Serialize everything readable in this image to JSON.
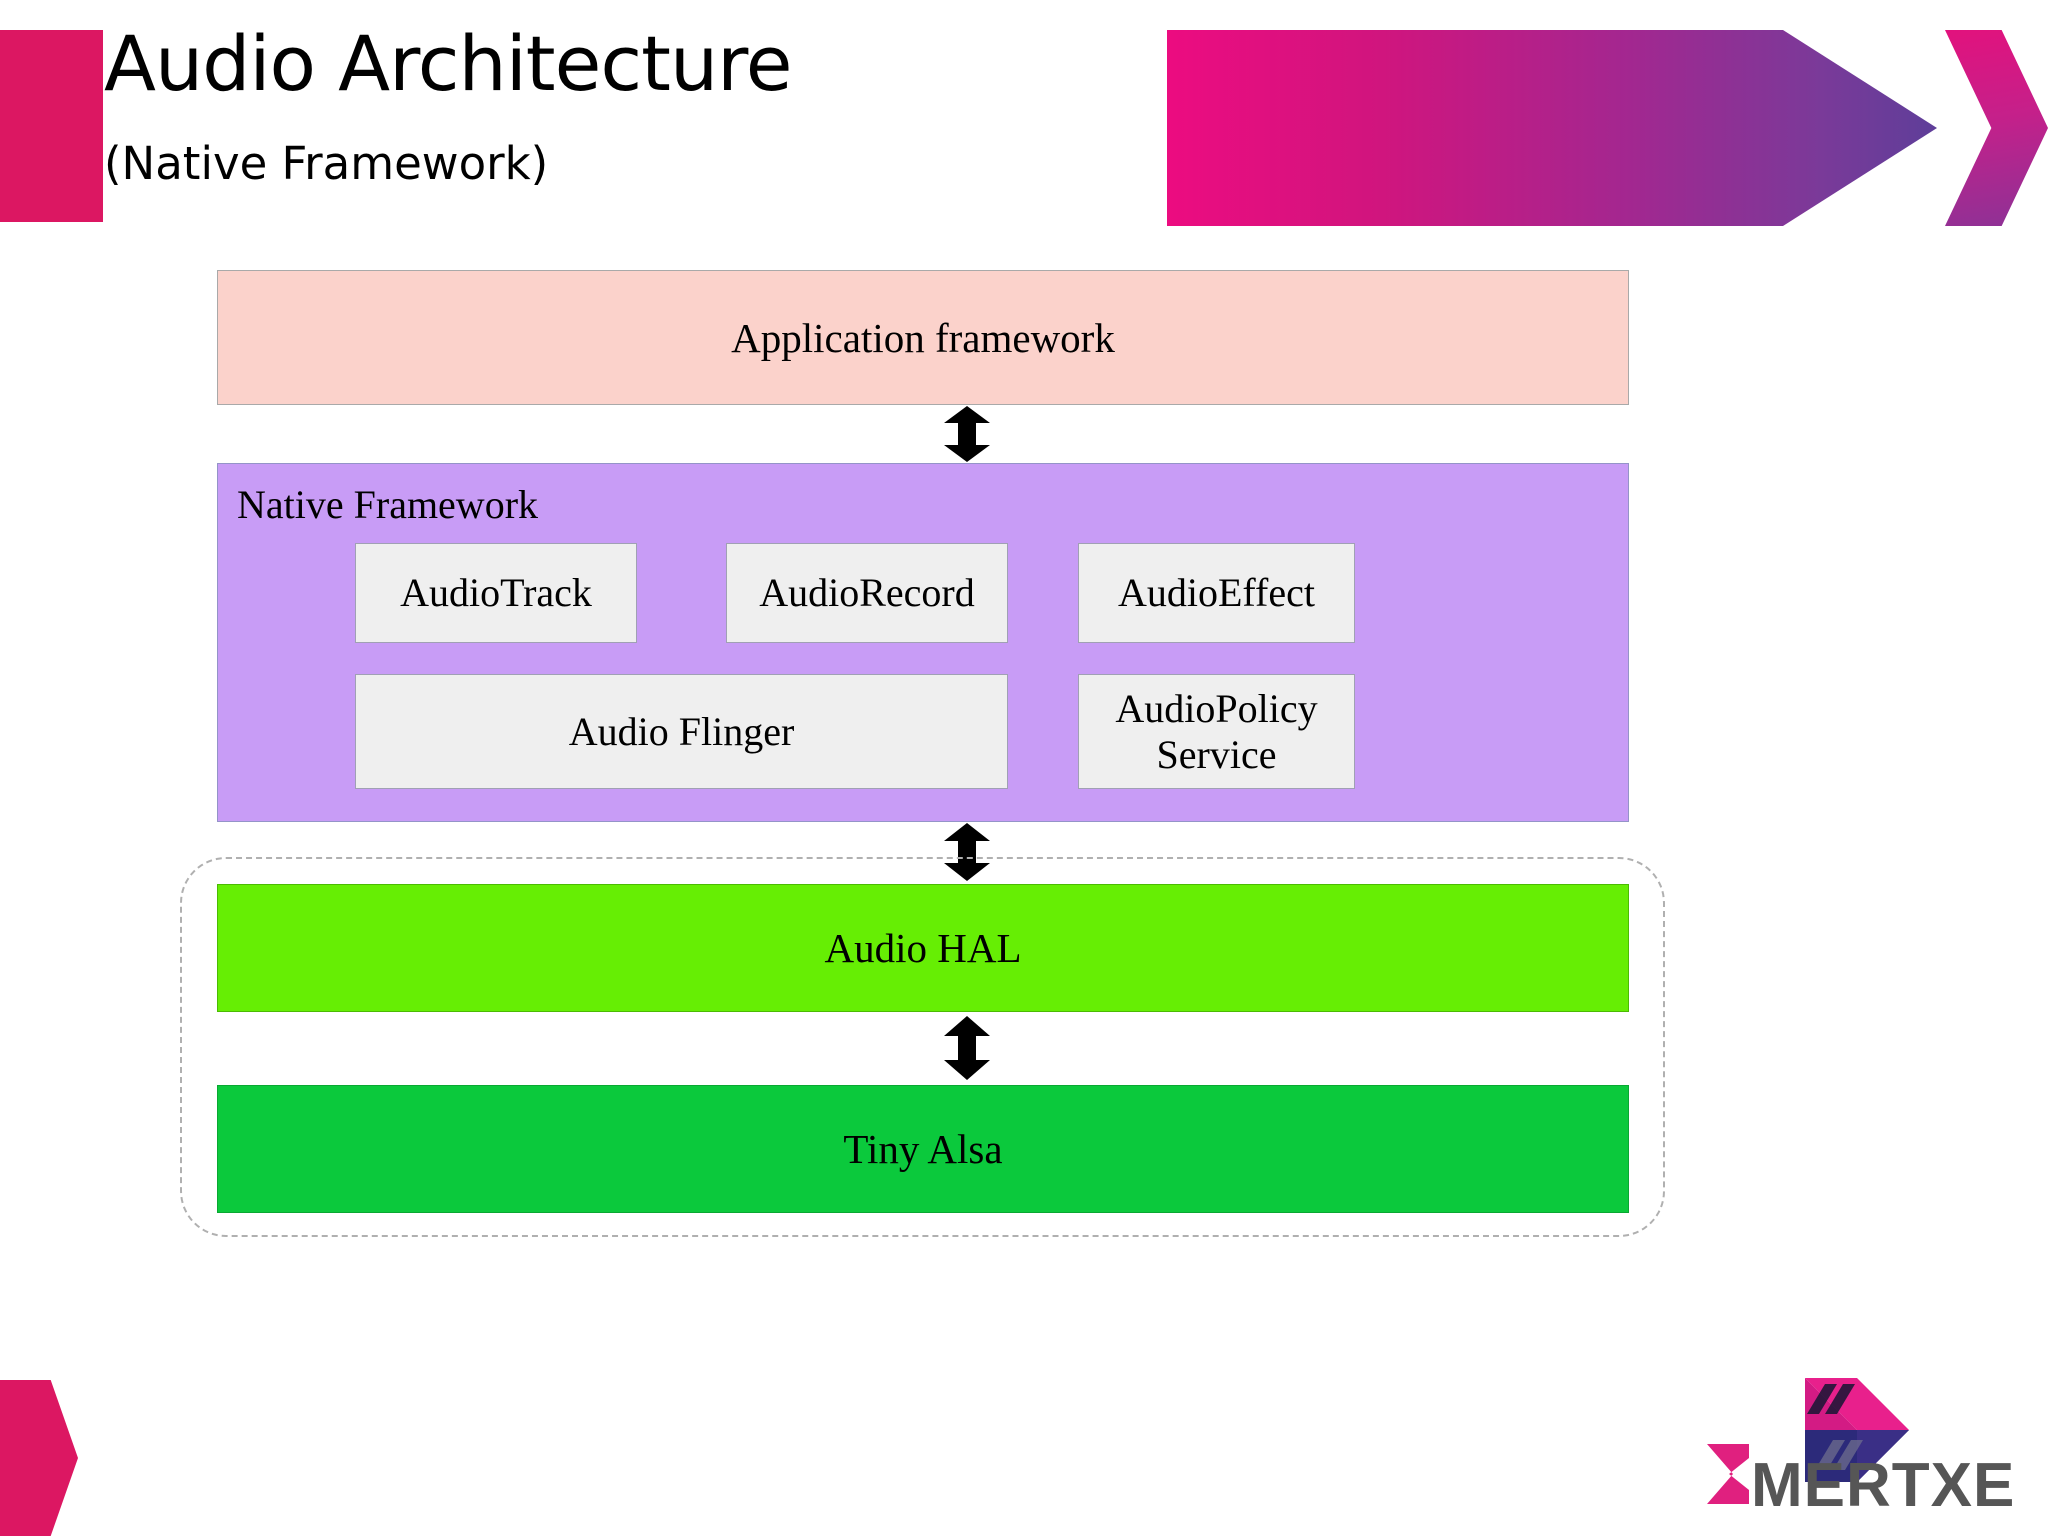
{
  "header": {
    "title": "Audio Architecture",
    "subtitle": "(Native Framework)",
    "accent_color": "#DC1762",
    "banner_gradient_from": "#EC0C80",
    "banner_gradient_to": "#5E3E99"
  },
  "diagram": {
    "type": "layered-architecture",
    "layers": [
      {
        "id": "application-framework",
        "label": "Application framework",
        "color": "#FBD2CB"
      },
      {
        "id": "native-framework",
        "label": "Native Framework",
        "color": "#C89CF6",
        "components": [
          {
            "id": "audio-track",
            "label": "AudioTrack"
          },
          {
            "id": "audio-record",
            "label": "AudioRecord"
          },
          {
            "id": "audio-effect",
            "label": "AudioEffect"
          },
          {
            "id": "audio-flinger",
            "label": "Audio Flinger"
          },
          {
            "id": "audio-policy-service",
            "label": "AudioPolicy Service"
          }
        ],
        "component_color": "#EFEFEF"
      },
      {
        "id": "audio-hal",
        "label": "Audio HAL",
        "color": "#66EE04"
      },
      {
        "id": "tiny-alsa",
        "label": "Tiny Alsa",
        "color": "#0BC93C"
      }
    ],
    "connectors": [
      {
        "from": "application-framework",
        "to": "native-framework",
        "style": "double-arrow"
      },
      {
        "from": "native-framework",
        "to": "audio-hal",
        "style": "double-arrow"
      },
      {
        "from": "audio-hal",
        "to": "tiny-alsa",
        "style": "double-arrow"
      }
    ],
    "grouping": {
      "id": "hal-group",
      "members": [
        "audio-hal",
        "tiny-alsa"
      ],
      "border_style": "dashed-rounded"
    }
  },
  "footer": {
    "logo_text": "MERTXE",
    "logo_sigma": "Σ",
    "logo_text_color": "#565656",
    "logo_chevron_top_color": "#E8208C",
    "logo_chevron_bottom_color": "#2C2A7A",
    "accent_color": "#DC1762"
  }
}
